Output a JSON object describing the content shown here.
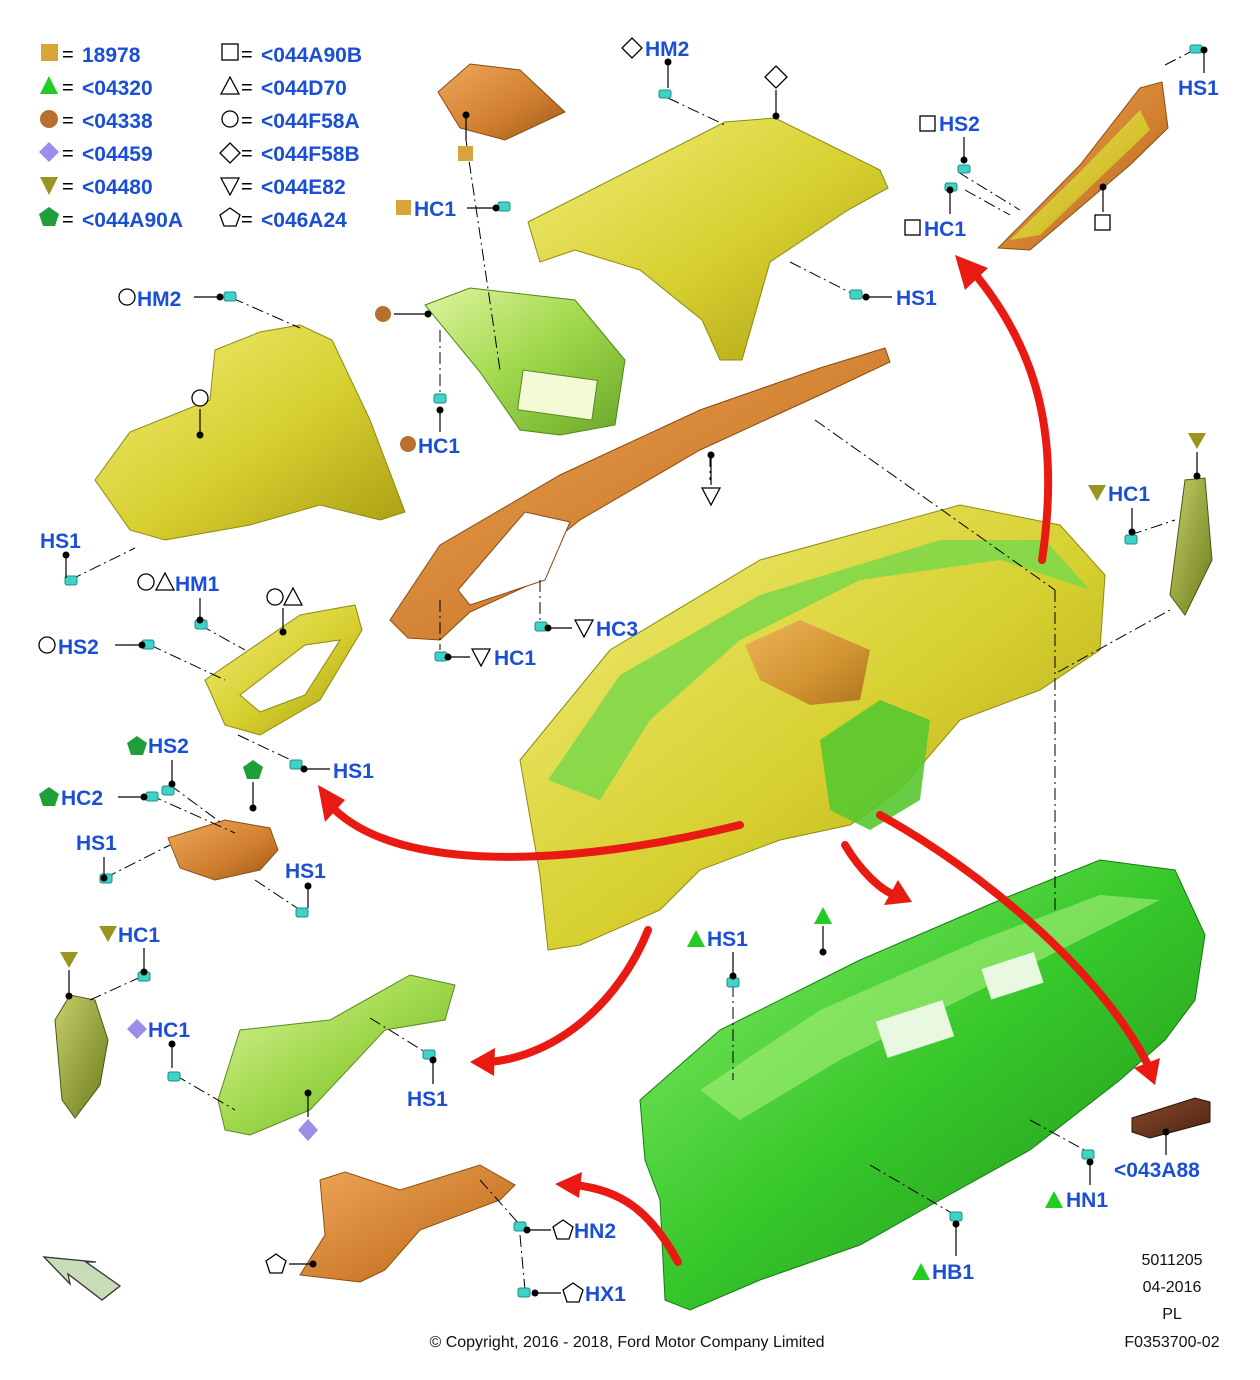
{
  "legend": [
    {
      "shape": "square-filled",
      "color": "#d9a53a",
      "code": "18978"
    },
    {
      "shape": "triangle-filled",
      "color": "#22cc22",
      "code": "<04320"
    },
    {
      "shape": "circle-filled",
      "color": "#b8702f",
      "code": "<04338"
    },
    {
      "shape": "diamond-filled",
      "color": "#9b8ee8",
      "code": "<04459"
    },
    {
      "shape": "triangle-down-filled",
      "color": "#9a9420",
      "code": "<04480"
    },
    {
      "shape": "pentagon-filled",
      "color": "#1f9e3a",
      "code": "<044A90A"
    },
    {
      "shape": "square-outline",
      "color": "#000000",
      "code": "<044A90B"
    },
    {
      "shape": "triangle-outline",
      "color": "#000000",
      "code": "<044D70"
    },
    {
      "shape": "circle-outline",
      "color": "#000000",
      "code": "<044F58A"
    },
    {
      "shape": "diamond-outline",
      "color": "#000000",
      "code": "<044F58B"
    },
    {
      "shape": "triangle-down-outline",
      "color": "#000000",
      "code": "<044E82"
    },
    {
      "shape": "pentagon-outline",
      "color": "#000000",
      "code": "<046A24"
    }
  ],
  "legend_separator": "=",
  "callouts": [
    {
      "label": "HM2",
      "marks": [
        "diamond-outline"
      ]
    },
    {
      "label": "HS1",
      "marks": []
    },
    {
      "label": "HS2",
      "marks": [
        "square-outline"
      ]
    },
    {
      "label": "HC1",
      "marks": [
        "square-outline"
      ]
    },
    {
      "label": "HC1",
      "marks": [
        "square-filled"
      ]
    },
    {
      "label": "HS1",
      "marks": []
    },
    {
      "label": "HM2",
      "marks": [
        "circle-outline"
      ]
    },
    {
      "label": "HC1",
      "marks": [
        "circle-filled"
      ]
    },
    {
      "label": "HS1",
      "marks": []
    },
    {
      "label": "HM1",
      "marks": [
        "circle-outline",
        "triangle-outline"
      ]
    },
    {
      "label": "HS2",
      "marks": [
        "circle-outline"
      ]
    },
    {
      "label": "HC1",
      "marks": [
        "triangle-down-outline"
      ]
    },
    {
      "label": "HC3",
      "marks": [
        "triangle-down-outline"
      ]
    },
    {
      "label": "HC1",
      "marks": [
        "triangle-down-filled"
      ]
    },
    {
      "label": "HS1",
      "marks": []
    },
    {
      "label": "HS2",
      "marks": [
        "pentagon-filled"
      ]
    },
    {
      "label": "HC2",
      "marks": [
        "pentagon-filled"
      ]
    },
    {
      "label": "HS1",
      "marks": []
    },
    {
      "label": "HS1",
      "marks": []
    },
    {
      "label": "HC1",
      "marks": [
        "triangle-down-filled"
      ]
    },
    {
      "label": "HC1",
      "marks": [
        "diamond-filled"
      ]
    },
    {
      "label": "HS1",
      "marks": []
    },
    {
      "label": "HS1",
      "marks": [
        "triangle-filled"
      ]
    },
    {
      "label": "HN1",
      "marks": [
        "triangle-filled"
      ]
    },
    {
      "label": "HB1",
      "marks": [
        "triangle-filled"
      ]
    },
    {
      "label": "HN2",
      "marks": [
        "pentagon-outline"
      ]
    },
    {
      "label": "HX1",
      "marks": [
        "pentagon-outline"
      ]
    },
    {
      "label": "<043A88",
      "marks": []
    }
  ],
  "footer": {
    "copyright": "© Copyright, 2016 - 2018, Ford Motor Company Limited",
    "id_number": "5011205",
    "date": "04-2016",
    "region": "PL",
    "figure_code": "F0353700-02"
  },
  "colors": {
    "callout_text": "#1a4fd6",
    "arrow": "#e81a12",
    "panel_yellow": "#d8d33a",
    "panel_green": "#33c82a",
    "panel_orange": "#d48a38",
    "clip": "#3fd2c6"
  },
  "icons": [
    "direction-arrow-icon"
  ]
}
